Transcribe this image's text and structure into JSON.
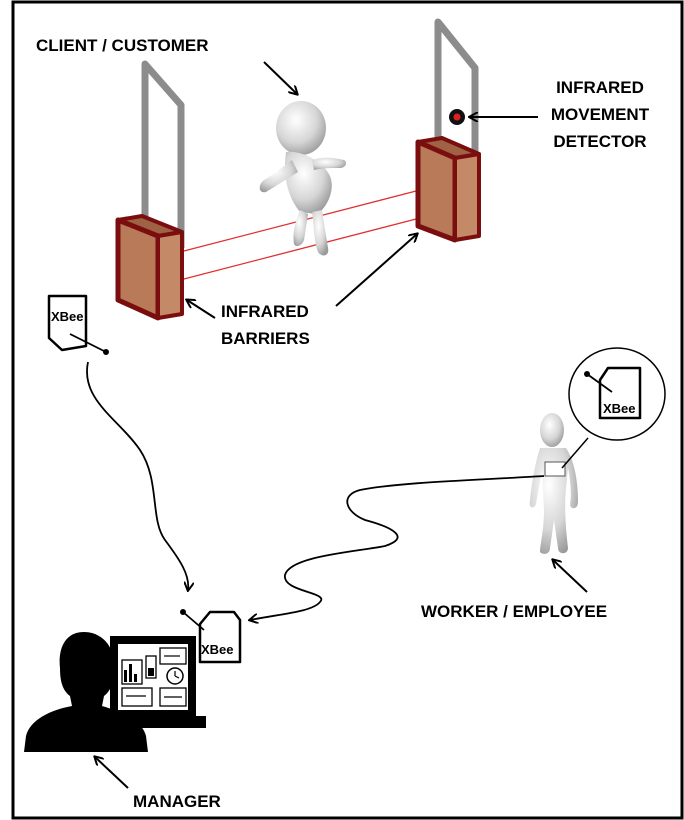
{
  "labels": {
    "client": "CLIENT / CUSTOMER",
    "detector_line1": "INFRARED",
    "detector_line2": "MOVEMENT",
    "detector_line3": "DETECTOR",
    "barriers_line1": "INFRARED",
    "barriers_line2": "BARRIERS",
    "worker": "WORKER / EMPLOYEE",
    "manager": "MANAGER"
  },
  "xbee_modules": {
    "barrier": "XBee",
    "worker": "XBee",
    "manager": "XBee"
  },
  "colors": {
    "barrier_box": "#b87a58",
    "barrier_outline": "#7a0e0e",
    "pole": "#8c8c8c",
    "infrared_beam": "#e03030",
    "figure": "#d8d8d8",
    "manager": "#000000"
  },
  "icons": [
    "infrared-sensor-icon",
    "running-client-icon",
    "worker-figure-icon",
    "manager-silhouette-icon",
    "monitor-dashboard-icon",
    "xbee-module-icon"
  ]
}
